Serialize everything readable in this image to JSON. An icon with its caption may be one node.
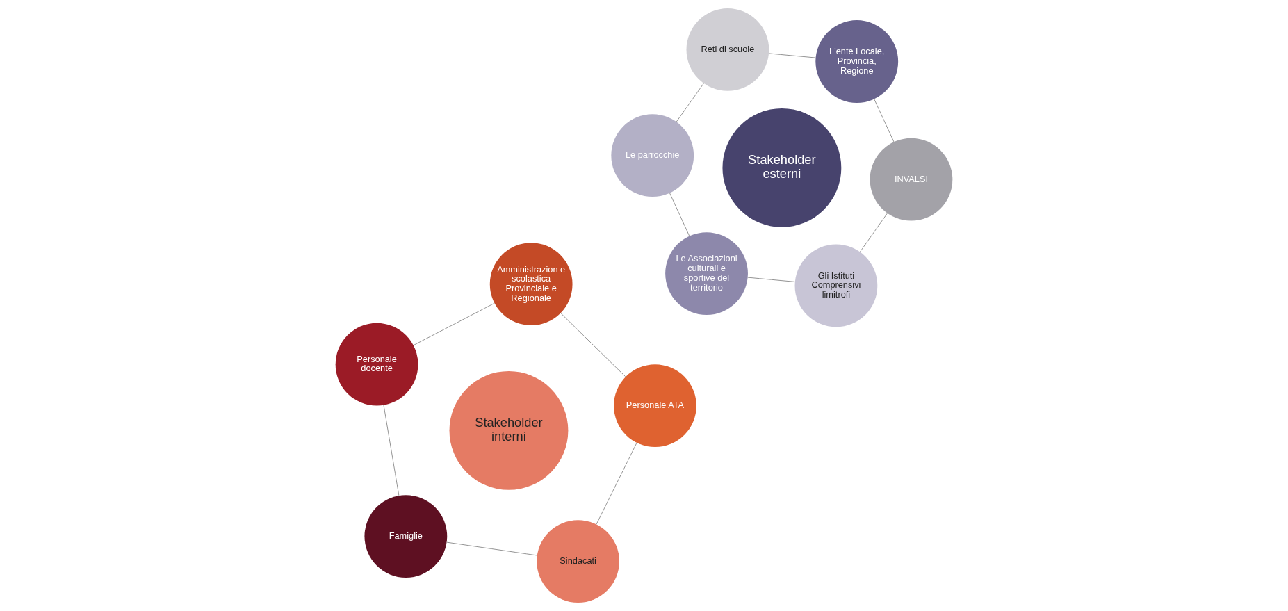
{
  "diagram": {
    "nodes": [
      {
        "text": [
          "Stakeholder interni"
        ]
      },
      {
        "text": [
          "Sindacati"
        ]
      },
      {
        "text": [
          "Famiglie"
        ]
      },
      {
        "text": [
          "Personale docente"
        ]
      },
      {
        "text": [
          "Amministrazion e scolastica Provinciale e Regionale"
        ]
      },
      {
        "text": [
          "Personale ATA"
        ]
      },
      {
        "text": [
          "Stakeholder esterni"
        ]
      },
      {
        "text": [
          "Gli Istituti Comprensivi limitrofi"
        ]
      },
      {
        "text": [
          "INVALSI"
        ]
      },
      {
        "text": [
          "L'ente Locale, Provincia, Regione"
        ]
      },
      {
        "text": [
          "Reti di scuole"
        ]
      },
      {
        "text": [
          "Le parrocchie"
        ]
      },
      {
        "text": [
          "Le Associazioni culturali e sportive del territorio"
        ]
      }
    ],
    "edges": [
      {
        "from": 1,
        "to": 2,
        "arrow": "none"
      },
      {
        "from": 2,
        "to": 3,
        "arrow": "none"
      },
      {
        "from": 3,
        "to": 4,
        "arrow": "none"
      },
      {
        "from": 4,
        "to": 5,
        "arrow": "none"
      },
      {
        "from": 5,
        "to": 1,
        "arrow": "none"
      },
      {
        "from": 7,
        "to": 8,
        "arrow": "none"
      },
      {
        "from": 8,
        "to": 9,
        "arrow": "none"
      },
      {
        "from": 9,
        "to": 10,
        "arrow": "none"
      },
      {
        "from": 10,
        "to": 11,
        "arrow": "none"
      },
      {
        "from": 11,
        "to": 12,
        "arrow": "none"
      },
      {
        "from": 12,
        "to": 7,
        "arrow": "none"
      }
    ]
  }
}
